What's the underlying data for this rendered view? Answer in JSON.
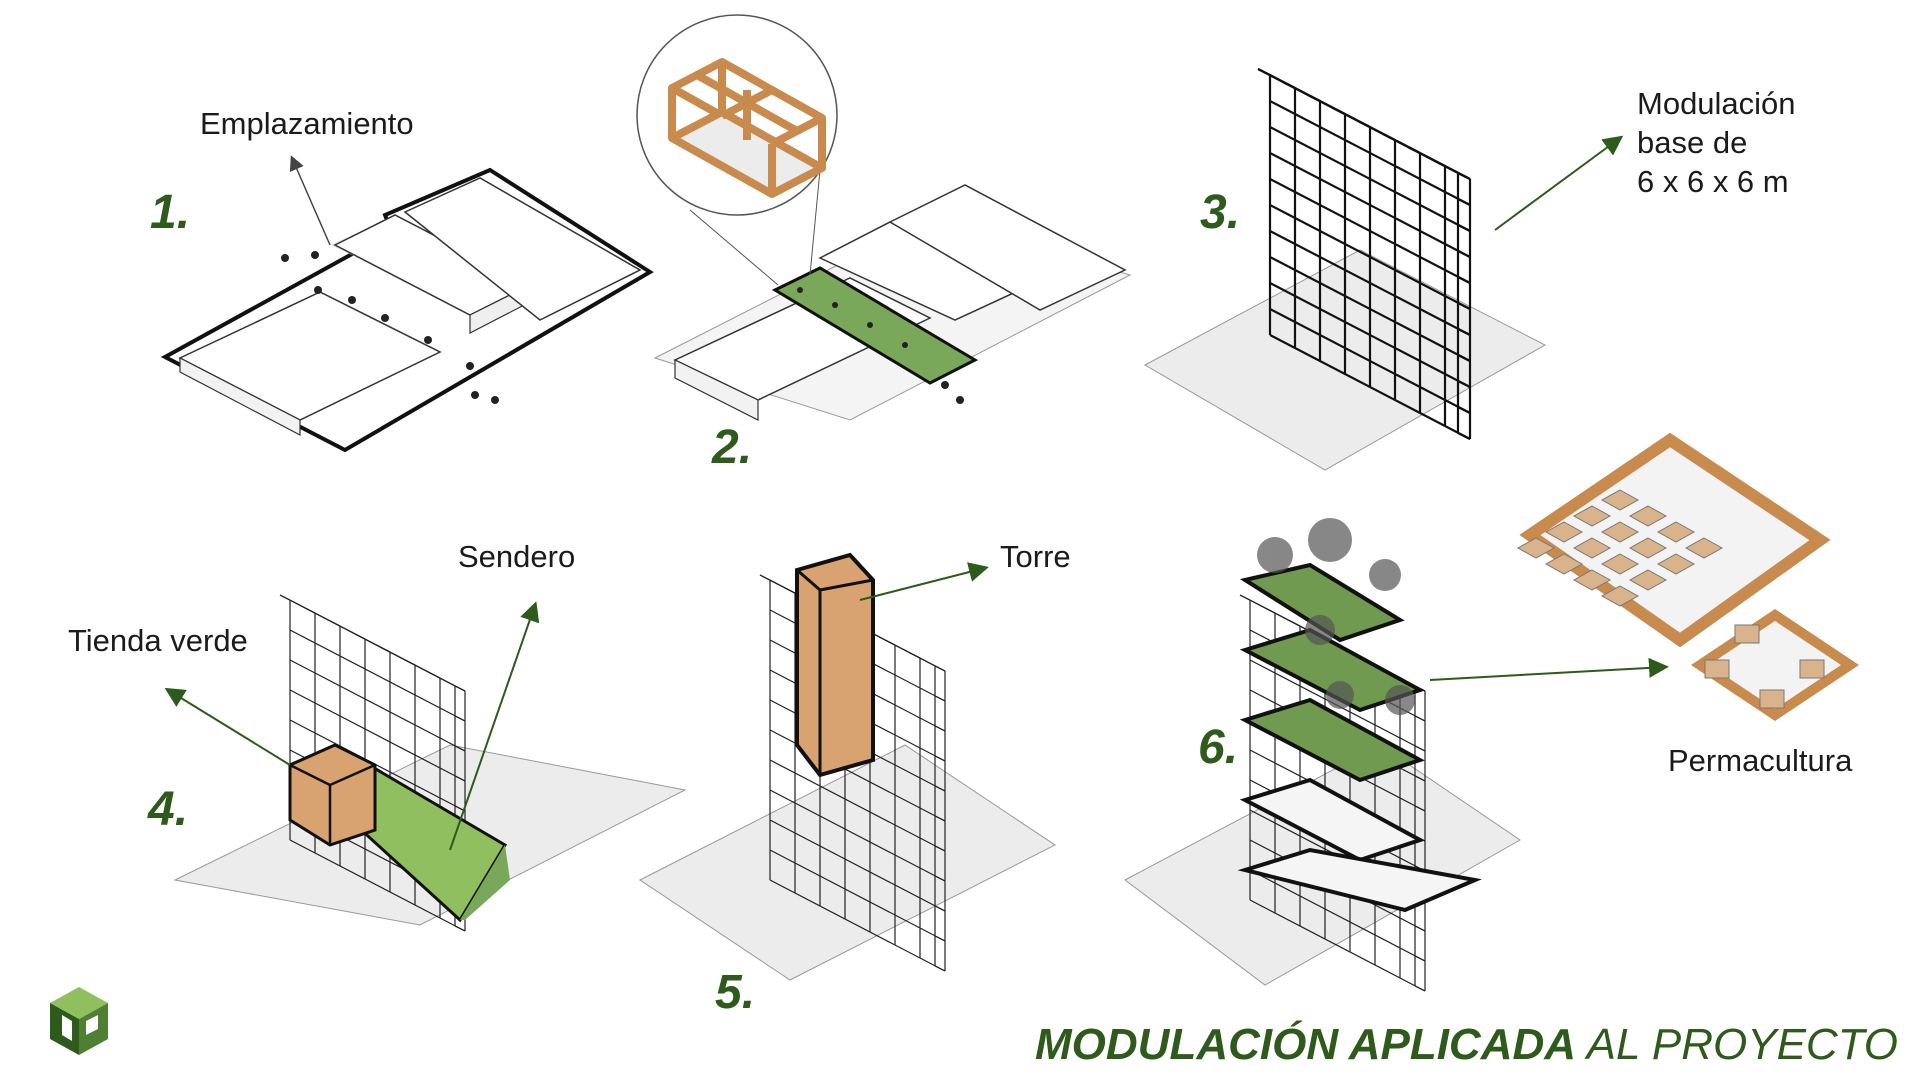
{
  "steps": [
    {
      "number": "1.",
      "label": "Emplazamiento"
    },
    {
      "number": "2.",
      "label": ""
    },
    {
      "number": "3.",
      "label": "Modulación\nbase de\n6 x 6 x 6 m"
    },
    {
      "number": "4.",
      "labels": [
        "Tienda verde",
        "Sendero"
      ]
    },
    {
      "number": "5.",
      "label": "Torre"
    },
    {
      "number": "6.",
      "label": "Permacultura"
    }
  ],
  "title": {
    "bold": "MODULACIÓN APLICADA",
    "regular": "AL PROYECTO"
  },
  "colors": {
    "accent_green": "#2e5a1c",
    "module_orange": "#d9a271",
    "frame_orange": "#c98a4e",
    "garden_green": "#7aa85a"
  },
  "icons": [
    "logo-icon"
  ]
}
